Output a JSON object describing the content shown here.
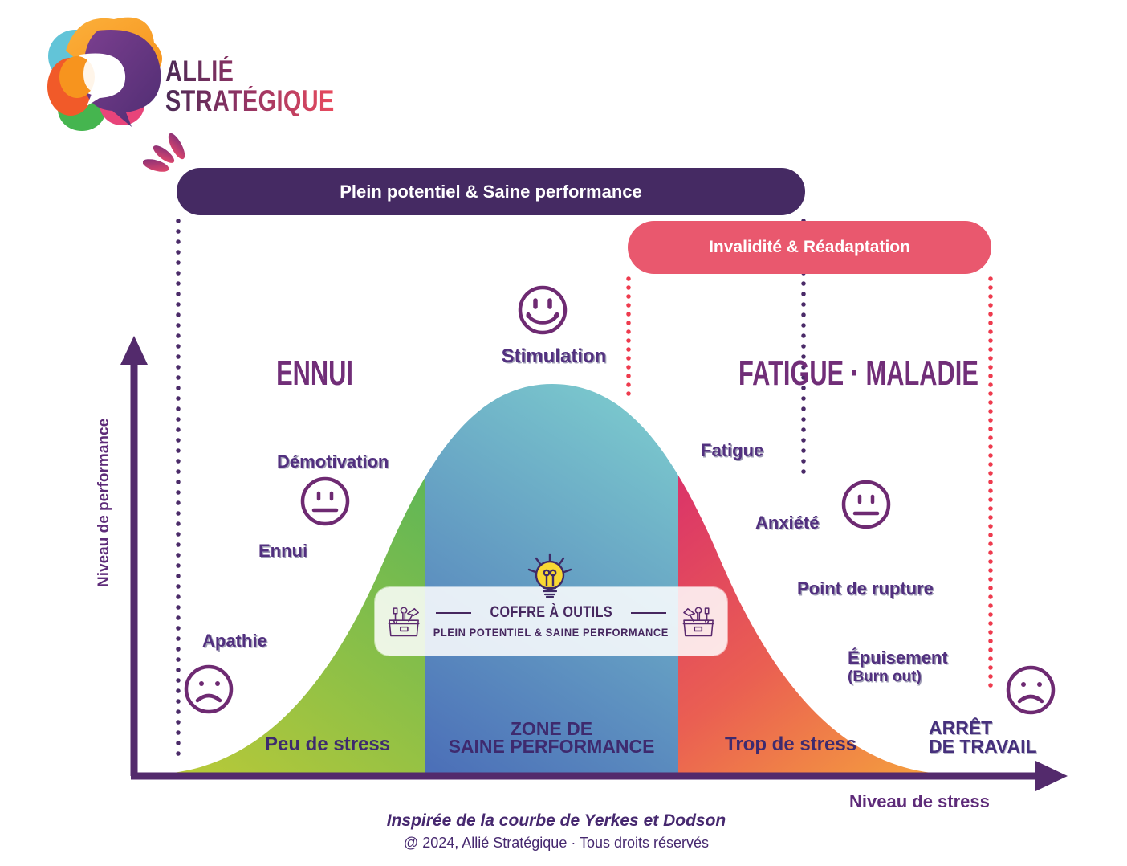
{
  "logo": {
    "line1": "ALLIÉ",
    "line2": "STRATÉGIQUE"
  },
  "banners": {
    "potential": "Plein potentiel & Saine performance",
    "invalidity": "Invalidité & Réadaptation"
  },
  "zones": {
    "left_title": "ENNUI",
    "center_label": "Stimulation",
    "right_title": "FATIGUE · MALADIE",
    "left_stress": "Peu de stress",
    "center_zone_line1": "ZONE DE",
    "center_zone_line2": "SAINE PERFORMANCE",
    "right_stress": "Trop de stress"
  },
  "left_labels": {
    "demotivation": "Démotivation",
    "ennui": "Ennui",
    "apathie": "Apathie"
  },
  "right_labels": {
    "fatigue": "Fatigue",
    "anxiete": "Anxiété",
    "rupture": "Point de rupture",
    "epuisement": "Épuisement",
    "burnout": "(Burn out)",
    "arret_line1": "ARRÊT",
    "arret_line2": "DE TRAVAIL"
  },
  "toolbox": {
    "title": "COFFRE À OUTILS",
    "subtitle": "PLEIN POTENTIEL & SAINE PERFORMANCE"
  },
  "axes": {
    "y_label": "Niveau de performance",
    "x_label": "Niveau de stress"
  },
  "footer": {
    "credit": "Inspirée de la courbe de Yerkes et Dodson",
    "copyright": "@ 2024, Allié Stratégique · Tous droits réservés"
  },
  "colors": {
    "banner_potential_bg": "#452a63",
    "banner_invalidity_bg": "#e9586e",
    "curve_green_start": "#b9c938",
    "curve_green_end": "#54b45a",
    "curve_blue_start": "#4c70b8",
    "curve_blue_end": "#7fd0cf",
    "curve_pink_start": "#d82c6d",
    "curve_pink_end": "#f5a13d",
    "axis": "#532a6c",
    "dotted_purple": "#4a2a68",
    "dotted_red": "#ee3b4e",
    "title_purple": "#712e78",
    "label_purple": "#52307f",
    "dark_text": "#3e2a6e",
    "bulb_yellow": "#f8d832"
  }
}
